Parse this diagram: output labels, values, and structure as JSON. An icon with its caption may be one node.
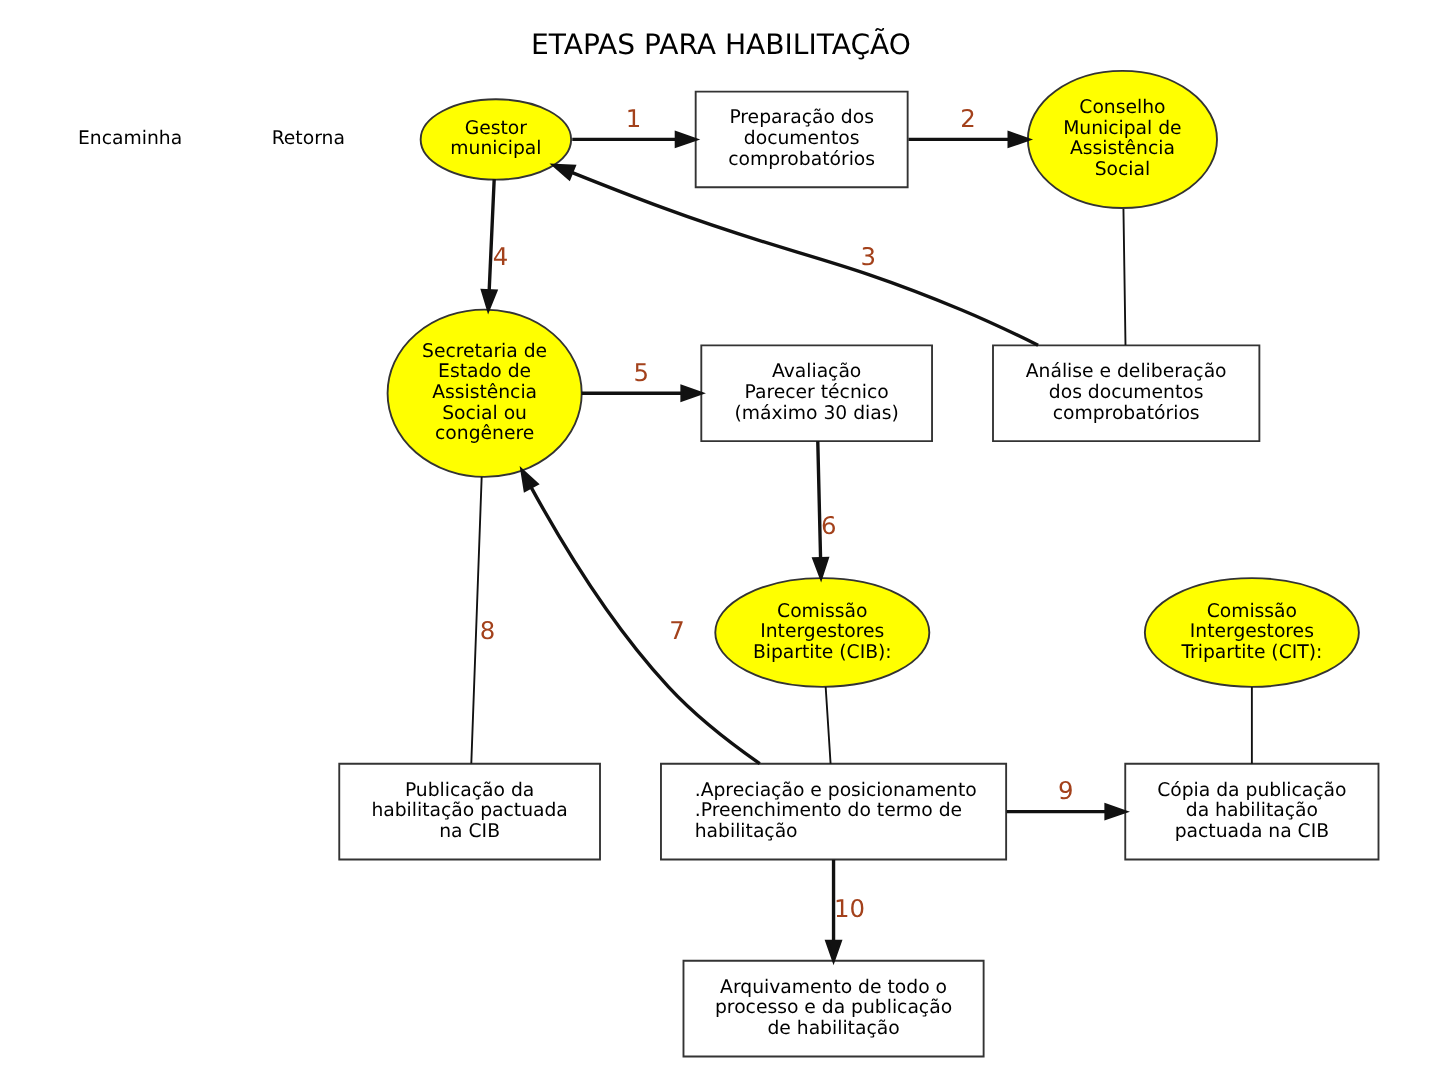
{
  "diagram": {
    "title": "ETAPAS PARA HABILITAÇÃO",
    "nodes": [
      {
        "text": [
          "Gestor municipal"
        ]
      },
      {
        "text": [
          "Preparação dos documentos comprobatórios"
        ]
      },
      {
        "text": [
          "Conselho Municipal de Assistência Social"
        ]
      },
      {
        "text": [
          "Análise e deliberação dos documentos comprobatórios"
        ]
      },
      {
        "text": [
          "Secretaria de Estado de Assistência Social ou congênere"
        ]
      },
      {
        "text": [
          "Avaliação Parecer técnico (máximo 30 dias)"
        ]
      },
      {
        "text": [
          "Comissão Intergestores Bipartite (CIB):"
        ]
      },
      {
        "text": [
          "Comissão Intergestores Tripartite (CIT):"
        ]
      },
      {
        "text": [
          "Publicação da habilitação pactuada na CIB"
        ]
      },
      {
        "text": [
          ".Apreciação e posicionamento",
          ".Preenchimento do termo de habilitação"
        ]
      },
      {
        "text": [
          "Cópia da publicação da habilitação pactuada na CIB"
        ]
      },
      {
        "text": [
          "Arquivamento de todo o processo e da publicação de habilitação"
        ]
      }
    ],
    "edges": [
      {
        "from": 0,
        "to": 1,
        "arrow": "to",
        "label": "1"
      },
      {
        "from": 1,
        "to": 2,
        "arrow": "to",
        "label": "2"
      },
      {
        "from": 2,
        "to": 3,
        "arrow": "none"
      },
      {
        "from": 3,
        "to": 0,
        "arrow": "to",
        "label": "3"
      },
      {
        "from": 0,
        "to": 4,
        "arrow": "to",
        "label": "4"
      },
      {
        "from": 4,
        "to": 5,
        "arrow": "to",
        "label": "5"
      },
      {
        "from": 5,
        "to": 6,
        "arrow": "to",
        "label": "6"
      },
      {
        "from": 6,
        "to": 9,
        "arrow": "none"
      },
      {
        "from": 9,
        "to": 4,
        "arrow": "to",
        "label": "7"
      },
      {
        "from": 4,
        "to": 8,
        "arrow": "none",
        "label": "8"
      },
      {
        "from": 9,
        "to": 10,
        "arrow": "to",
        "label": "9"
      },
      {
        "from": 9,
        "to": 11,
        "arrow": "to",
        "label": "10"
      },
      {
        "from": 7,
        "to": 10,
        "arrow": "none"
      }
    ],
    "labels": [
      "Encaminha",
      "Retorna"
    ]
  }
}
